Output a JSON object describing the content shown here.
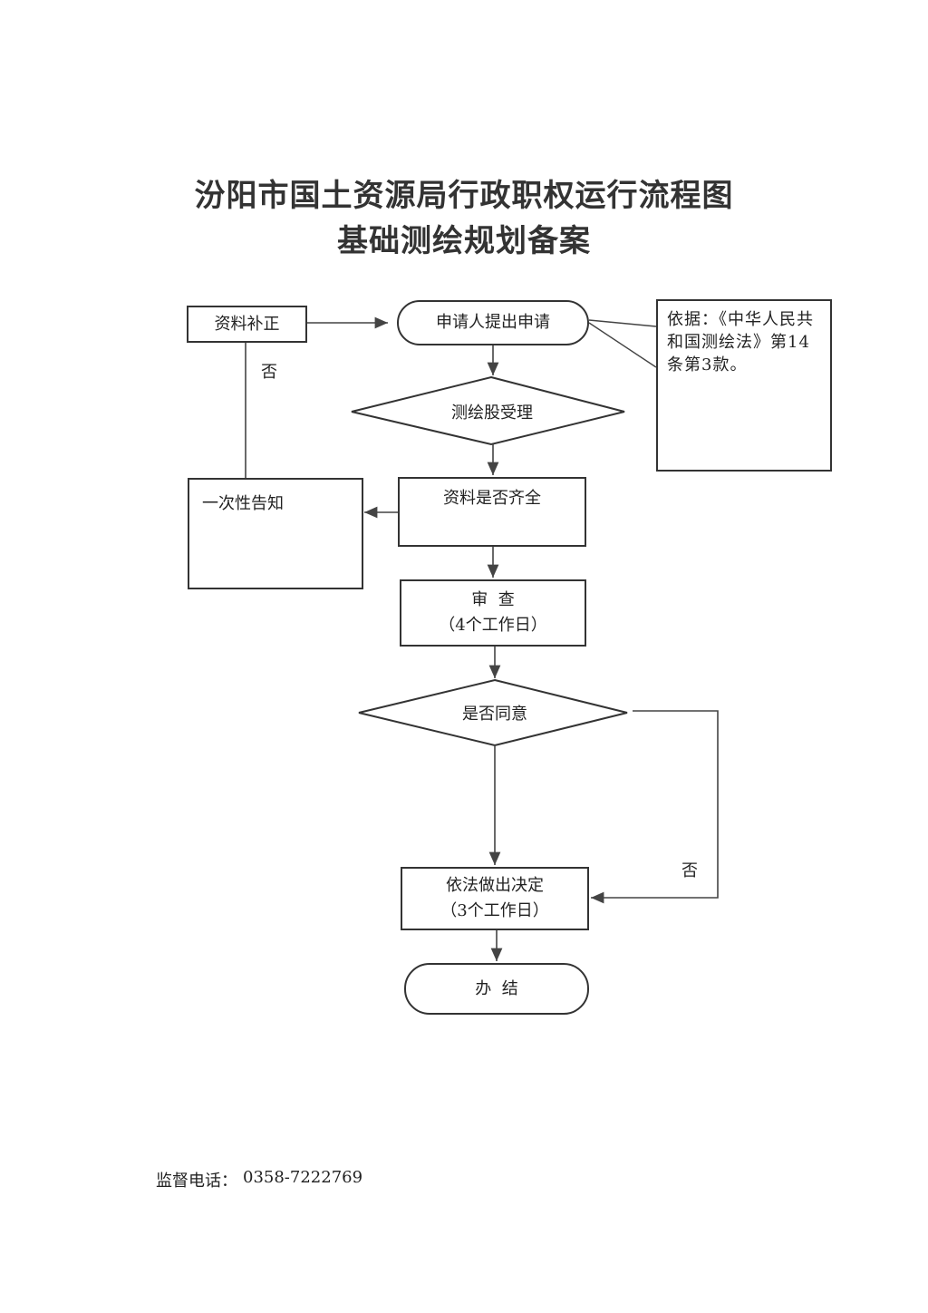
{
  "title": "汾阳市国土资源局行政职权运行流程图",
  "subtitle": "基础测绘规划备案",
  "nodes": {
    "supplement": "资料补正",
    "apply": "申请人提出申请",
    "basis": "依据：《中华人民共和国测绘法》第14条第3款。",
    "accept": "测绘股受理",
    "notify": "一次性告知",
    "complete_check": "资料是否齐全",
    "review_line1": "审  查",
    "review_line2": "（4个工作日）",
    "agree": "是否同意",
    "decide_line1": "依法做出决定",
    "decide_line2": "（3个工作日）",
    "finish": "办  结"
  },
  "edge_labels": {
    "no_left": "否",
    "no_right": "否"
  },
  "footer": {
    "label": "监督电话：",
    "phone": "0358-7222769"
  }
}
